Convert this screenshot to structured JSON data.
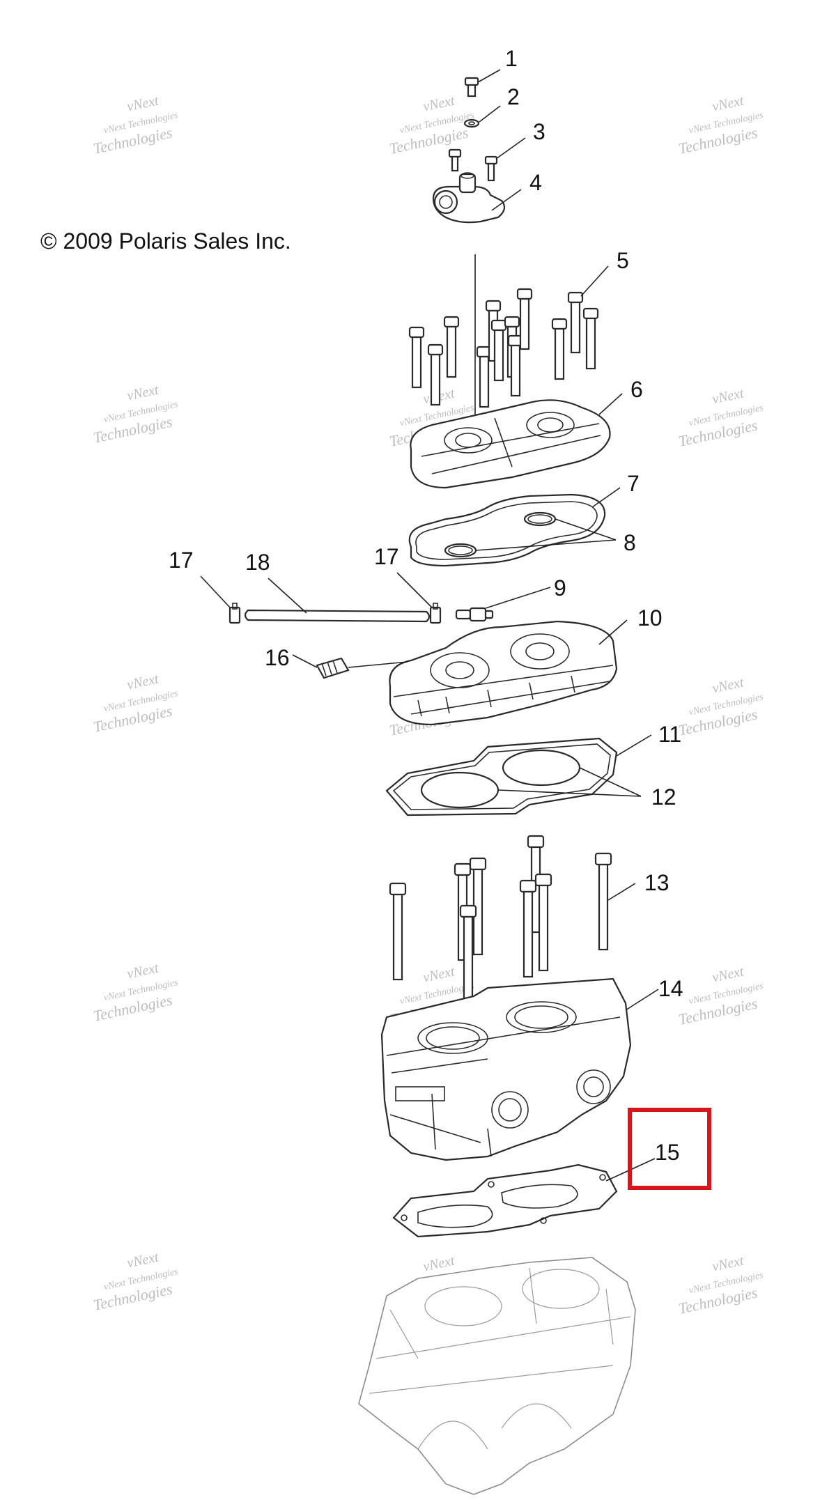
{
  "copyright": "© 2009 Polaris Sales Inc.",
  "watermark": {
    "line1": "vNext",
    "line2": "vNext Technologies",
    "line3": "Technologies"
  },
  "highlight_color": "#d7161b",
  "callouts": [
    {
      "id": "1",
      "text": "1"
    },
    {
      "id": "2",
      "text": "2"
    },
    {
      "id": "3",
      "text": "3"
    },
    {
      "id": "4",
      "text": "4"
    },
    {
      "id": "5",
      "text": "5"
    },
    {
      "id": "6",
      "text": "6"
    },
    {
      "id": "7",
      "text": "7"
    },
    {
      "id": "8",
      "text": "8"
    },
    {
      "id": "9",
      "text": "9"
    },
    {
      "id": "10",
      "text": "10"
    },
    {
      "id": "11",
      "text": "11"
    },
    {
      "id": "12",
      "text": "12"
    },
    {
      "id": "13",
      "text": "13"
    },
    {
      "id": "14",
      "text": "14"
    },
    {
      "id": "15",
      "text": "15"
    },
    {
      "id": "16",
      "text": "16"
    },
    {
      "id": "17a",
      "text": "17"
    },
    {
      "id": "18",
      "text": "18"
    },
    {
      "id": "17b",
      "text": "17"
    }
  ],
  "highlighted_callout": "15"
}
